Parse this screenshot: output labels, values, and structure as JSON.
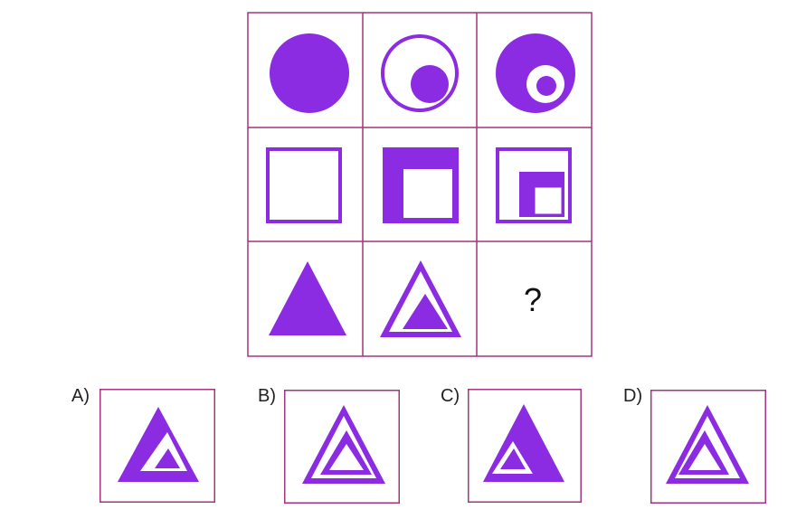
{
  "puzzle": {
    "question_mark": "?",
    "colors": {
      "shape": "#8B2BE2",
      "grid_line": "#A6337F",
      "background": "#FFFFFF"
    },
    "matrix": [
      [
        {
          "icon": "solid-circle-icon"
        },
        {
          "icon": "ring-with-inner-solid-circle-icon"
        },
        {
          "icon": "solid-circle-with-nested-circles-icon"
        }
      ],
      [
        {
          "icon": "outline-square-icon"
        },
        {
          "icon": "solid-square-with-inner-square-icon"
        },
        {
          "icon": "outline-square-with-nested-squares-icon"
        }
      ],
      [
        {
          "icon": "solid-triangle-icon"
        },
        {
          "icon": "outline-triangle-with-inner-solid-triangle-icon"
        },
        {
          "icon": "missing-question-mark"
        }
      ]
    ],
    "options": [
      {
        "label": "A)",
        "icon": "option-a-triangle-icon"
      },
      {
        "label": "B)",
        "icon": "option-b-triangle-icon"
      },
      {
        "label": "C)",
        "icon": "option-c-triangle-icon"
      },
      {
        "label": "D)",
        "icon": "option-d-triangle-icon"
      }
    ]
  }
}
